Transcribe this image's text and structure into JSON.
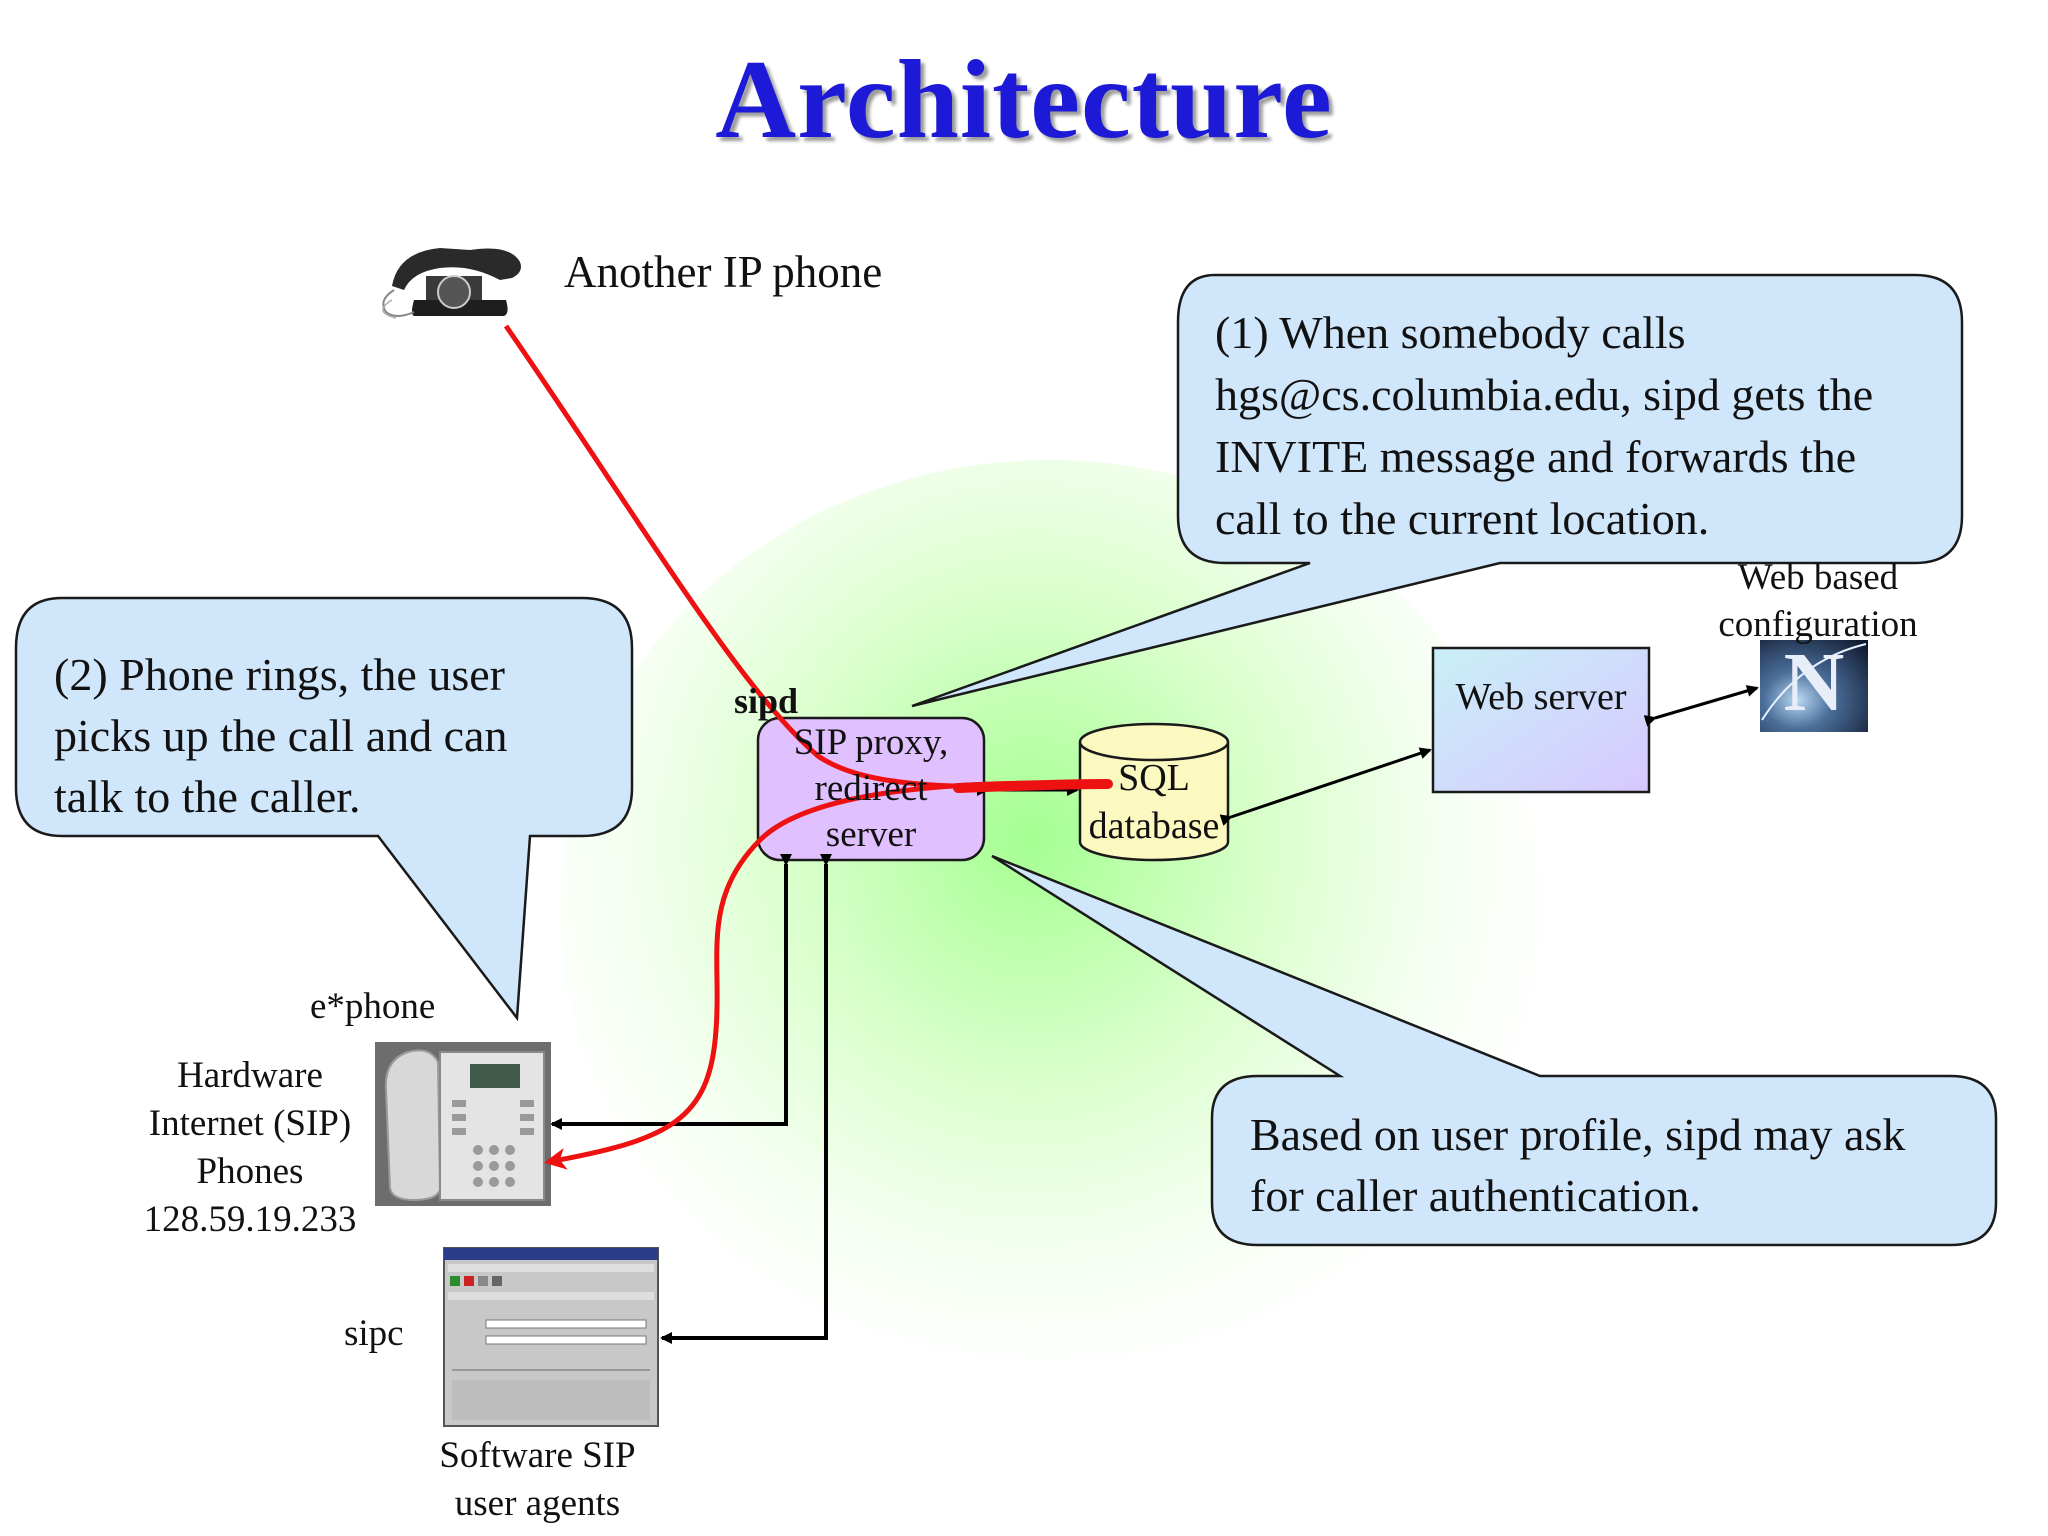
{
  "title": "Architecture",
  "labels": {
    "another_phone": "Another IP phone",
    "sipd": "sipd",
    "proxy_line1": "SIP proxy,",
    "proxy_line2": "redirect",
    "proxy_line3": "server",
    "sql_line1": "SQL",
    "sql_line2": "database",
    "web_server": "Web server",
    "web_config_line1": "Web based",
    "web_config_line2": "configuration",
    "ephone": "e*phone",
    "hw_line1": "Hardware",
    "hw_line2": "Internet (SIP)",
    "hw_line3": "Phones",
    "hw_line4": "128.59.19.233",
    "sipc": "sipc",
    "sw_line1": "Software SIP",
    "sw_line2": "user agents",
    "netscape_letter": "N"
  },
  "callouts": {
    "c1_line1": "(1) When somebody calls",
    "c1_line2": "hgs@cs.columbia.edu, sipd gets the",
    "c1_line3": "INVITE message and forwards the",
    "c1_line4": "call to the current location.",
    "c2_line1": "(2) Phone rings, the user",
    "c2_line2": "picks up the call and can",
    "c2_line3": "talk to the caller.",
    "c3_line1": "Based on user profile, sipd may ask",
    "c3_line2": "for caller authentication."
  },
  "colors": {
    "title": "#1c1ad6",
    "callout_fill": "#cfe6fb",
    "proxy_fill": "#e0c0ff",
    "db_fill": "#fbf8c0",
    "web_fill_top": "#c9f0f7",
    "web_fill_bottom": "#d7c8ff",
    "call_path": "#ee1111"
  },
  "icons": [
    "telephone-icon",
    "desk-phone-icon",
    "sip-client-window-icon",
    "netscape-icon"
  ]
}
